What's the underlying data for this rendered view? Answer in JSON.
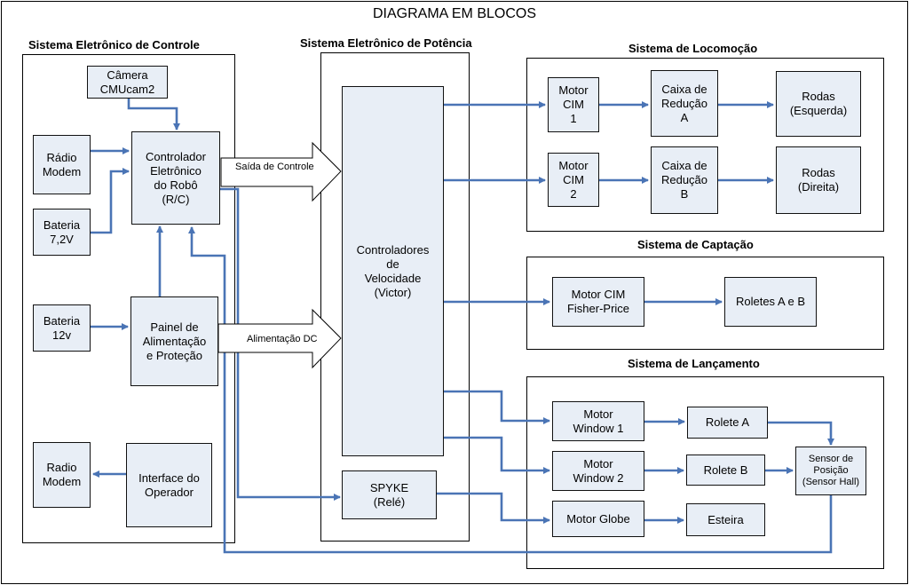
{
  "title": "DIAGRAMA EM BLOCOS",
  "sections": {
    "controle": "Sistema Eletrônico de Controle",
    "potencia": "Sistema Eletrônico de Potência",
    "locomocao": "Sistema de Locomoção",
    "captacao": "Sistema de Captação",
    "lancamento": "Sistema de Lançamento"
  },
  "blocks": {
    "camera": "Câmera\nCMUcam2",
    "radio_modem_in": "Rádio\nModem",
    "bateria_7v": "Bateria\n7,2V",
    "controlador_robo": "Controlador\nEletrônico\ndo Robô\n(R/C)",
    "bateria_12v": "Bateria\n12v",
    "painel": "Painel de\nAlimentação\ne Proteção",
    "radio_modem_out": "Radio\nModem",
    "interface_operador": "Interface do\nOperador",
    "controladores_velocidade": "Controladores\nde\nVelocidade\n(Victor)",
    "spyke": "SPYKE\n(Relé)",
    "motor_cim_1": "Motor\nCIM\n1",
    "motor_cim_2": "Motor\nCIM\n2",
    "caixa_a": "Caixa de\nRedução\nA",
    "caixa_b": "Caixa de\nRedução\nB",
    "rodas_esq": "Rodas\n(Esquerda)",
    "rodas_dir": "Rodas\n(Direita)",
    "motor_fisher": "Motor CIM\nFisher-Price",
    "roletes_ab": "Roletes A e B",
    "motor_window_1": "Motor\nWindow 1",
    "motor_window_2": "Motor\nWindow 2",
    "motor_globe": "Motor Globe",
    "rolete_a": "Rolete A",
    "rolete_b": "Rolete B",
    "esteira": "Esteira",
    "sensor": "Sensor de\nPosição\n(Sensor Hall)"
  },
  "labels": {
    "saida_controle": "Saída de Controle",
    "alimentacao_dc": "Alimentação DC"
  },
  "colors": {
    "wire": "#4a74b5",
    "block_fill": "#e8eef6",
    "fat_arrow_fill": "#ffffff"
  }
}
